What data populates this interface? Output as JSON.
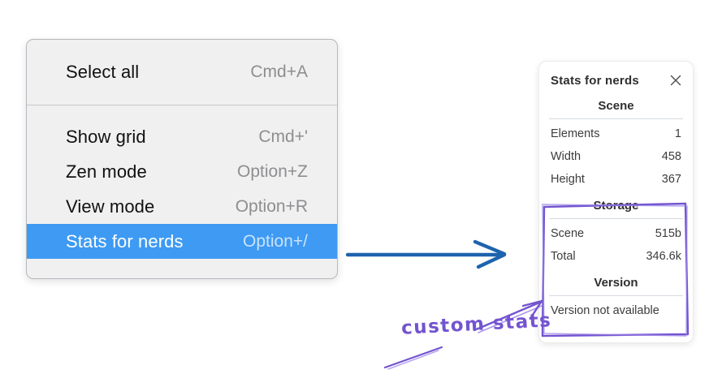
{
  "menu": {
    "groups": [
      {
        "items": [
          {
            "label": "Select all",
            "shortcut": "Cmd+A",
            "highlighted": false
          }
        ]
      },
      {
        "items": [
          {
            "label": "Show grid",
            "shortcut": "Cmd+'",
            "highlighted": false
          },
          {
            "label": "Zen mode",
            "shortcut": "Option+Z",
            "highlighted": false
          },
          {
            "label": "View mode",
            "shortcut": "Option+R",
            "highlighted": false
          },
          {
            "label": "Stats for nerds",
            "shortcut": "Option+/",
            "highlighted": true
          }
        ]
      }
    ]
  },
  "stats_panel": {
    "title": "Stats for nerds",
    "sections": [
      {
        "heading": "Scene",
        "rows": [
          {
            "label": "Elements",
            "value": "1"
          },
          {
            "label": "Width",
            "value": "458"
          },
          {
            "label": "Height",
            "value": "367"
          }
        ]
      },
      {
        "heading": "Storage",
        "rows": [
          {
            "label": "Scene",
            "value": "515b"
          },
          {
            "label": "Total",
            "value": "346.6k"
          }
        ]
      },
      {
        "heading": "Version",
        "note": "Version not available"
      }
    ]
  },
  "annotation": {
    "label": "custom stats"
  },
  "colors": {
    "highlight_blue": "#3e9af3",
    "arrow_blue": "#1e63ad",
    "annotation_purple": "#7354cf",
    "menu_bg": "#f0f0f1",
    "panel_bg": "#ffffff"
  }
}
